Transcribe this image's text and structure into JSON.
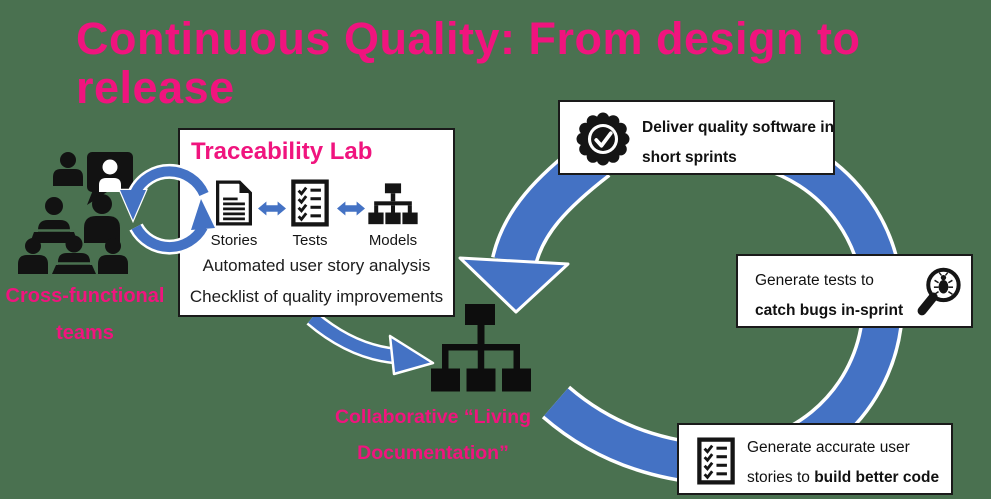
{
  "title": {
    "full": "Continuous Quality: From design to release",
    "line1": "Continuous Quality: From design to",
    "line2": "release"
  },
  "colors": {
    "background": "#4A7150",
    "accent_pink": "#F0147E",
    "arrow_blue": "#4472C4",
    "card_background": "#FFFFFF",
    "ink": "#141414"
  },
  "left_group": {
    "label_line1": "Cross-functional",
    "label_line2": "teams"
  },
  "traceability_lab": {
    "title": "Traceability Lab",
    "artifacts": [
      {
        "label": "Stories",
        "icon": "document-icon"
      },
      {
        "label": "Tests",
        "icon": "checklist-icon"
      },
      {
        "label": "Models",
        "icon": "org-chart-icon"
      }
    ],
    "note_line1": "Automated user story analysis",
    "note_line2": "Checklist of quality improvements"
  },
  "living_documentation": {
    "label_line1": "Collaborative “Living",
    "label_line2": "Documentation”",
    "icon": "org-chart-icon"
  },
  "cycle_steps": [
    {
      "icon": "quality-badge-icon",
      "line1": "Deliver quality software in",
      "line2": "short sprints"
    },
    {
      "icon": "bug-magnifier-icon",
      "line1": "Generate tests to",
      "line2": "catch bugs in-sprint"
    },
    {
      "icon": "user-stories-checklist-icon",
      "line1": "Generate accurate user",
      "line2_prefix": "stories to ",
      "line2_bold": "build better code"
    }
  ],
  "icons": {
    "people_group": "people-group-icon",
    "sync": "circular-arrows-icon",
    "double_arrow": "double-arrow-icon",
    "center_arrow": "big-curved-arrow",
    "cycle_ring": "cycle-ring-arcs"
  }
}
